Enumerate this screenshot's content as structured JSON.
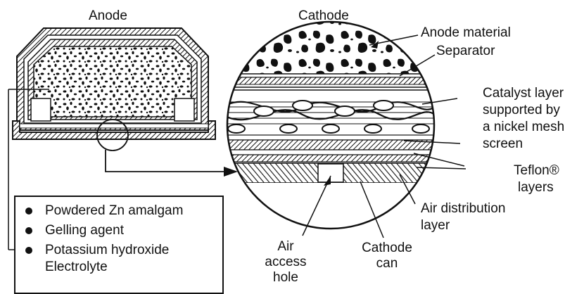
{
  "titles": {
    "anode": "Anode",
    "cathode": "Cathode"
  },
  "callouts": {
    "anode_material": "Anode material",
    "separator": "Separator",
    "catalyst": [
      "Catalyst layer",
      "supported by",
      "a nickel mesh",
      "screen"
    ],
    "teflon": [
      "Teflon®",
      "layers"
    ],
    "air_distribution": [
      "Air distribution",
      "layer"
    ],
    "cathode_can": [
      "Cathode",
      "can"
    ],
    "air_access": [
      "Air",
      "access",
      "hole"
    ]
  },
  "legend": {
    "items": [
      {
        "text": "Powdered Zn amalgam"
      },
      {
        "text": "Gelling agent"
      },
      {
        "text": "Potassium hydroxide",
        "cont": "Electrolyte"
      }
    ]
  }
}
